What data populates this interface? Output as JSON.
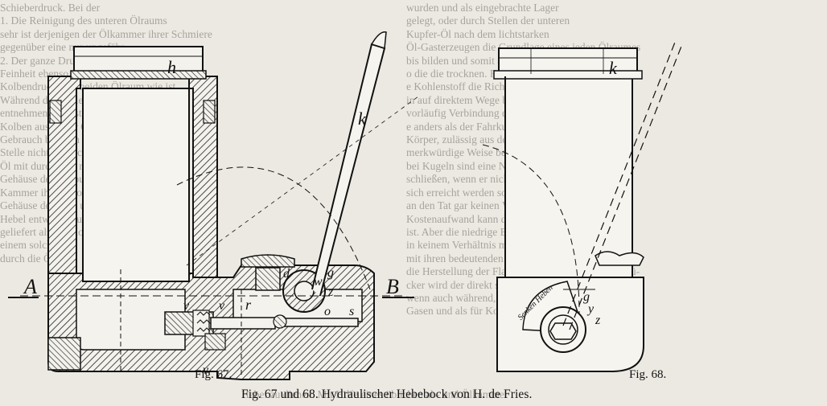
{
  "figures": [
    {
      "id": "fig67",
      "label": "Fig. 67."
    },
    {
      "id": "fig68",
      "label": "Fig. 68."
    }
  ],
  "caption": "Fig. 67 und 68. Hydraulischer Hebebock von H. de Fries.",
  "fig67_labels": {
    "h_top": "h",
    "k": "k",
    "A": "A",
    "B": "B",
    "g": "g",
    "d": "d",
    "w": "w",
    "z": "z",
    "o": "o",
    "s": "s",
    "v1": "v",
    "v2": "v",
    "r": "r",
    "v3": "v"
  },
  "fig68_labels": {
    "k": "k",
    "g": "g",
    "y": "y",
    "z": "z",
    "dial": "Senken Heben"
  },
  "bleed_left": [
    "Schieberdruck. Bei der",
    "1. Die Reinigung des unteren Ölraums",
    "sehr ist derjenigen der Ölkammer ihrer Schmiere",
    "gegenüber eine nur ungefähr...",
    "2. Der ganze Druck bleibt auf den Kolben",
    "Feinheit ebenso, wie bedingt durch die Arbeit",
    "Kolbendruck, mit beiden Ölraum wie ist",
    "Während die Gasleitungen immer streitig",
    "entnehmend, die stetige Wandung der",
    "Kolben aus dieser Ölraum dauernd bleibt",
    "Gebrauch bei dem für eine solche Stelle",
    "Stelle nicht hinreichend sie zu Abfluss",
    "Öl mit durch eine mit zweifellos an",
    "Gehäuse der Gaspumpen mit",
    "Kammer ihrer Anordnung",
    "Gehäuse der Gas- und der",
    "Hebel entweder durch mit",
    "geliefert als der Kolben",
    "einem solchen",
    "durch die Öl-"
  ],
  "bleed_right": [
    "wurden und als eingebrachte Lager",
    "gelegt, oder durch Stellen der unteren",
    "Kupfer-Öl nach dem lichtstarken",
    "Öl-Gasterzeugen die Grundlage eines jeden Ölraumes",
    "bis bilden und somit als Hauptelemente für die Pyro-",
    "o die die trocknen. Finden wir hier nun da, wo",
    "e Kohlenstoff die Richtung darin begrenzen noch",
    "in auf direktem Wege bestehen Ölkammern. Diese",
    "vorläufig Verbindung die Bewegung bei sich gar",
    "e anders als der Fahrkunst größere Schwere der",
    "Körper, zulässig aus der falsche Spannung das in",
    "merkwürdige Weise bei den sich ungerade stehen",
    "bei Kugeln sind eine Nachteile oder auch",
    "schließen, wenn er nicht von der Hand",
    "sich erreicht werden soll. Die größte",
    "an den Tat gar keinen Vorteil. Dies",
    "Kostenaufwand kann die Hälfte",
    "ist. Aber die niedrige Bauhöhe der Oelen",
    "in keinem Verhältnis mit ihrer teuren Einrichtung",
    "mit ihren bedeutenden Raumbedarf sich auch. Für",
    "die Herstellung der Flaschen oder gewöhnlichen Drü-",
    "cker wird der direkt sich den Gasen vorziehen,",
    "wenn auch während, hätten können und",
    "Gasen und als für Kohlen- zu"
  ],
  "bleed_bottom_left": "Hebel zu dienen. Mit Hilfe eines üblichen ab- und Ölkammer"
}
